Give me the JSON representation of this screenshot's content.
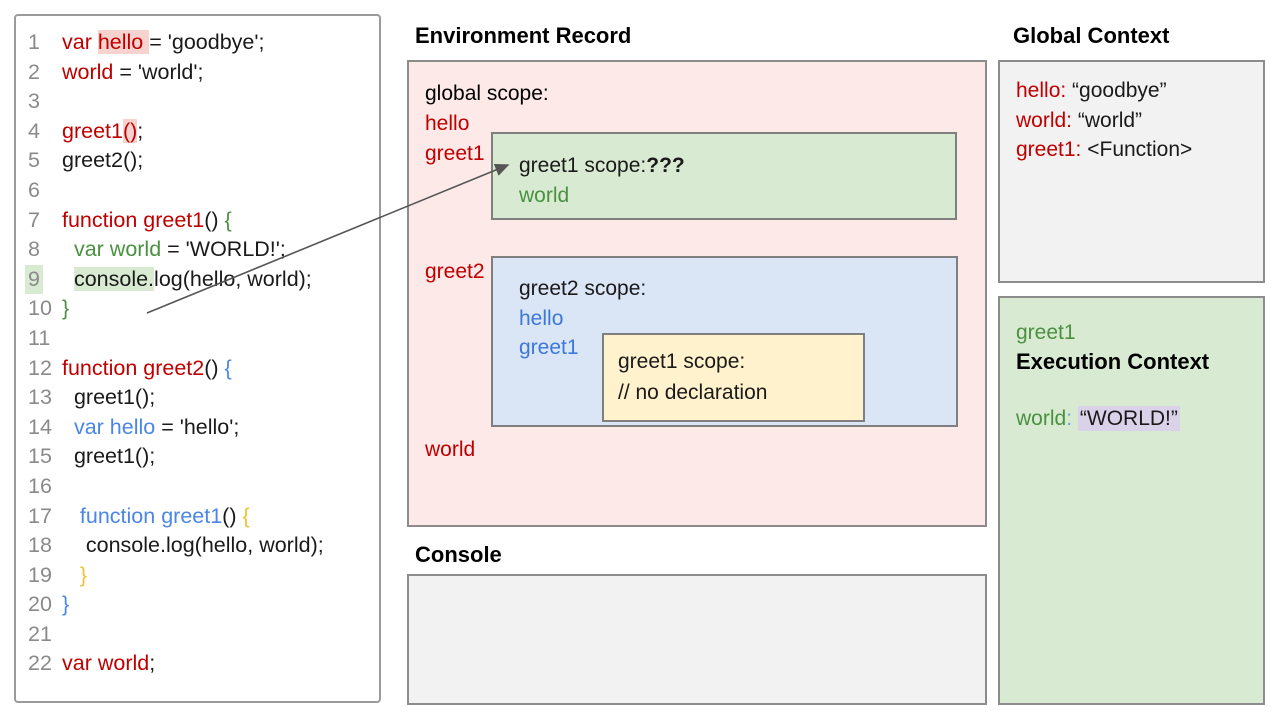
{
  "colors": {
    "code_red": "#c00000",
    "code_green": "#4a9140",
    "code_blue": "#4a86e8",
    "code_yellow": "#f1c232",
    "highlight_pink": "#f7d3d0",
    "highlight_green": "#d9ead3",
    "highlight_lavender": "#d9d2e9",
    "box_pink": "#fce9e8",
    "box_green": "#d9ead3",
    "box_blue": "#dae5f5",
    "box_yellow": "#fff2cc",
    "box_gray": "#f2f2f2"
  },
  "code_panel": {
    "lines": [
      {
        "num": "1",
        "seg": [
          {
            "t": "var ",
            "c": "red"
          },
          {
            "t": "hello ",
            "c": "red",
            "hl": "pink"
          },
          {
            "t": "= 'goodbye';",
            "c": "black"
          }
        ]
      },
      {
        "num": "2",
        "seg": [
          {
            "t": "world",
            "c": "red"
          },
          {
            "t": " = 'world';",
            "c": "black"
          }
        ]
      },
      {
        "num": "3",
        "seg": []
      },
      {
        "num": "4",
        "seg": [
          {
            "t": "greet1",
            "c": "red"
          },
          {
            "t": "()",
            "c": "red",
            "hl": "pink"
          },
          {
            "t": ";",
            "c": "black"
          }
        ]
      },
      {
        "num": "5",
        "seg": [
          {
            "t": "greet2();",
            "c": "black"
          }
        ]
      },
      {
        "num": "6",
        "seg": []
      },
      {
        "num": "7",
        "seg": [
          {
            "t": "function greet1",
            "c": "red"
          },
          {
            "t": "() ",
            "c": "black"
          },
          {
            "t": "{",
            "c": "green"
          }
        ]
      },
      {
        "num": "8",
        "seg": [
          {
            "t": "  ",
            "c": "black"
          },
          {
            "t": "var world",
            "c": "green"
          },
          {
            "t": " = 'WORLD!';",
            "c": "black"
          }
        ]
      },
      {
        "num": "9",
        "num_hl": "green",
        "seg": [
          {
            "t": "  ",
            "c": "black"
          },
          {
            "t": "console.",
            "c": "black",
            "hl": "green"
          },
          {
            "t": "log(hello, world);",
            "c": "black"
          }
        ]
      },
      {
        "num": "10",
        "seg": [
          {
            "t": "}",
            "c": "green"
          }
        ]
      },
      {
        "num": "11",
        "seg": []
      },
      {
        "num": "12",
        "seg": [
          {
            "t": "function greet2",
            "c": "red"
          },
          {
            "t": "() ",
            "c": "black"
          },
          {
            "t": "{",
            "c": "blue"
          }
        ]
      },
      {
        "num": "13",
        "seg": [
          {
            "t": "  greet1();",
            "c": "black"
          }
        ]
      },
      {
        "num": "14",
        "seg": [
          {
            "t": "  ",
            "c": "black"
          },
          {
            "t": "var hello",
            "c": "blue"
          },
          {
            "t": " = 'hello';",
            "c": "black"
          }
        ]
      },
      {
        "num": "15",
        "seg": [
          {
            "t": "  greet1();",
            "c": "black"
          }
        ]
      },
      {
        "num": "16",
        "seg": []
      },
      {
        "num": "17",
        "seg": [
          {
            "t": "   ",
            "c": "black"
          },
          {
            "t": "function greet1",
            "c": "blue"
          },
          {
            "t": "() ",
            "c": "black"
          },
          {
            "t": "{",
            "c": "yellow"
          }
        ]
      },
      {
        "num": "18",
        "seg": [
          {
            "t": "    console.log(hello, world);",
            "c": "black"
          }
        ]
      },
      {
        "num": "19",
        "seg": [
          {
            "t": "   ",
            "c": "black"
          },
          {
            "t": "}",
            "c": "yellow"
          }
        ]
      },
      {
        "num": "20",
        "seg": [
          {
            "t": "}",
            "c": "blue"
          }
        ]
      },
      {
        "num": "21",
        "seg": []
      },
      {
        "num": "22",
        "seg": [
          {
            "t": "var world",
            "c": "red"
          },
          {
            "t": ";",
            "c": "black"
          }
        ]
      }
    ]
  },
  "environment_record": {
    "title": "Environment Record",
    "global_scope_label": "global scope:",
    "var_hello": "hello",
    "var_greet1": "greet1",
    "var_greet2": "greet2",
    "var_world": "world",
    "greet1_scope": {
      "label": "greet1 scope:",
      "unknown": "???",
      "var_world": "world"
    },
    "greet2_scope": {
      "label": "greet2 scope:",
      "var_hello": "hello",
      "var_greet1": "greet1",
      "greet1_scope": {
        "label": "greet1 scope:",
        "comment": "// no declaration"
      }
    }
  },
  "console": {
    "title": "Console"
  },
  "global_context": {
    "title": "Global Context",
    "entries": [
      {
        "key": "hello:",
        "value": " “goodbye”"
      },
      {
        "key": "world:",
        "value": " “world”"
      },
      {
        "key": "greet1:",
        "value": " <Function>"
      }
    ]
  },
  "execution_context": {
    "function_name": "greet1",
    "title": "Execution Context",
    "var_name": "world",
    "colon": ":",
    "value": "“WORLD!”"
  }
}
